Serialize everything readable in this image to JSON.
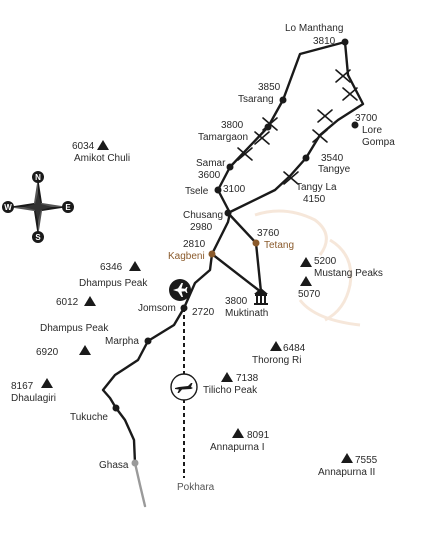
{
  "colors": {
    "route": "#1a1a1a",
    "route_tail": "#9a9a9a",
    "label": "#2a2a2a",
    "label_accent": "#8a5a2b",
    "watermark": "#f4e2d2"
  },
  "places": {
    "lo_manthang": {
      "name": "Lo Manthang",
      "alt": "3810"
    },
    "tsarang": {
      "name": "Tsarang",
      "alt": "3850"
    },
    "lore_gompa": {
      "alt": "3700",
      "name": "Lore",
      "name2": "Gompa"
    },
    "tamargaon": {
      "name": "Tamargaon",
      "alt": "3800"
    },
    "samar": {
      "name": "Samar",
      "alt": "3600"
    },
    "tangye": {
      "name": "Tangye",
      "alt": "3540"
    },
    "tsele": {
      "name": "Tsele",
      "alt": "3100"
    },
    "tangy_la": {
      "name": "Tangy La",
      "alt": "4150"
    },
    "chusang": {
      "name": "Chusang",
      "alt": "2980"
    },
    "tetang": {
      "name": "Tetang",
      "alt": "3760"
    },
    "kagbeni": {
      "name": "Kagbeni",
      "alt": "2810"
    },
    "muktinath": {
      "name": "Muktinath",
      "alt": "3800"
    },
    "jomsom": {
      "name": "Jomsom",
      "alt": "2720"
    },
    "marpha": {
      "name": "Marpha"
    },
    "tukuche": {
      "name": "Tukuche"
    },
    "ghasa": {
      "name": "Ghasa"
    },
    "pokhara": {
      "name": "Pokhara"
    }
  },
  "peaks": {
    "amikot_chuli": {
      "name": "Amikot Chuli",
      "alt": "6034"
    },
    "dhampus_peak_1": {
      "name": "Dhampus Peak",
      "alt": "6346"
    },
    "dhampus_peak_2": {
      "name": "Dhampus Peak",
      "alt": "6012"
    },
    "unnamed_6920": {
      "alt": "6920"
    },
    "dhaulagiri": {
      "name": "Dhaulagiri",
      "alt": "8167"
    },
    "mustang_peaks": {
      "name": "Mustang Peaks",
      "alt": "5200",
      "alt2": "5070"
    },
    "thorong_ri": {
      "name": "Thorong Ri",
      "alt": "6484"
    },
    "tilicho_peak": {
      "name": "Tilicho Peak",
      "alt": "7138"
    },
    "annapurna_1": {
      "name": "Annapurna I",
      "alt": "8091"
    },
    "annapurna_2": {
      "name": "Annapurna II",
      "alt": "7555"
    }
  },
  "compass": {
    "n": "N",
    "s": "S",
    "e": "E",
    "w": "W"
  },
  "icons": {
    "airport": "airplane-icon",
    "flight_route": "airplane-icon",
    "monastery": "temple-icon",
    "peak": "mountain-triangle-icon",
    "pass": "cross-marker-icon"
  }
}
